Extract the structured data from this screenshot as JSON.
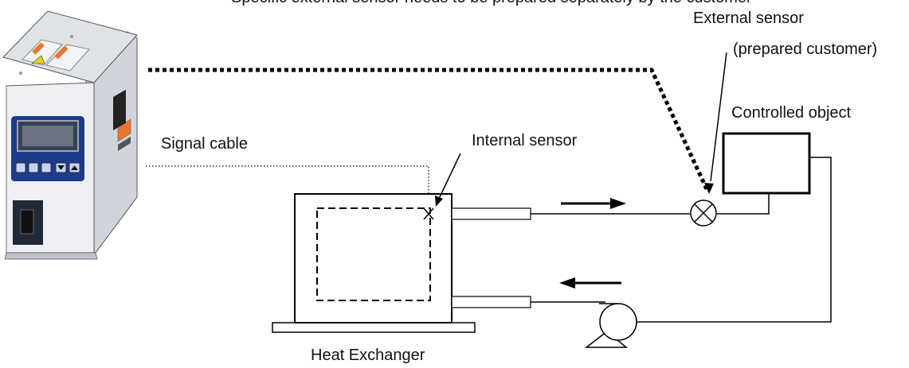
{
  "diagram": {
    "top_note": "Specific external sensor needs to be prepared separately by the customer",
    "labels": {
      "external_sensor": "External sensor",
      "prepared_customer": "(prepared customer)",
      "controlled_object": "Controlled object",
      "signal_cable": "Signal cable",
      "internal_sensor": "Internal sensor",
      "heat_exchanger": "Heat Exchanger"
    }
  },
  "colors": {
    "line": "#000000",
    "device_blue": "#1e3a8a",
    "device_body": "#e5e7eb",
    "warning_orange": "#e8762c",
    "warning_yellow": "#e9d21a"
  }
}
